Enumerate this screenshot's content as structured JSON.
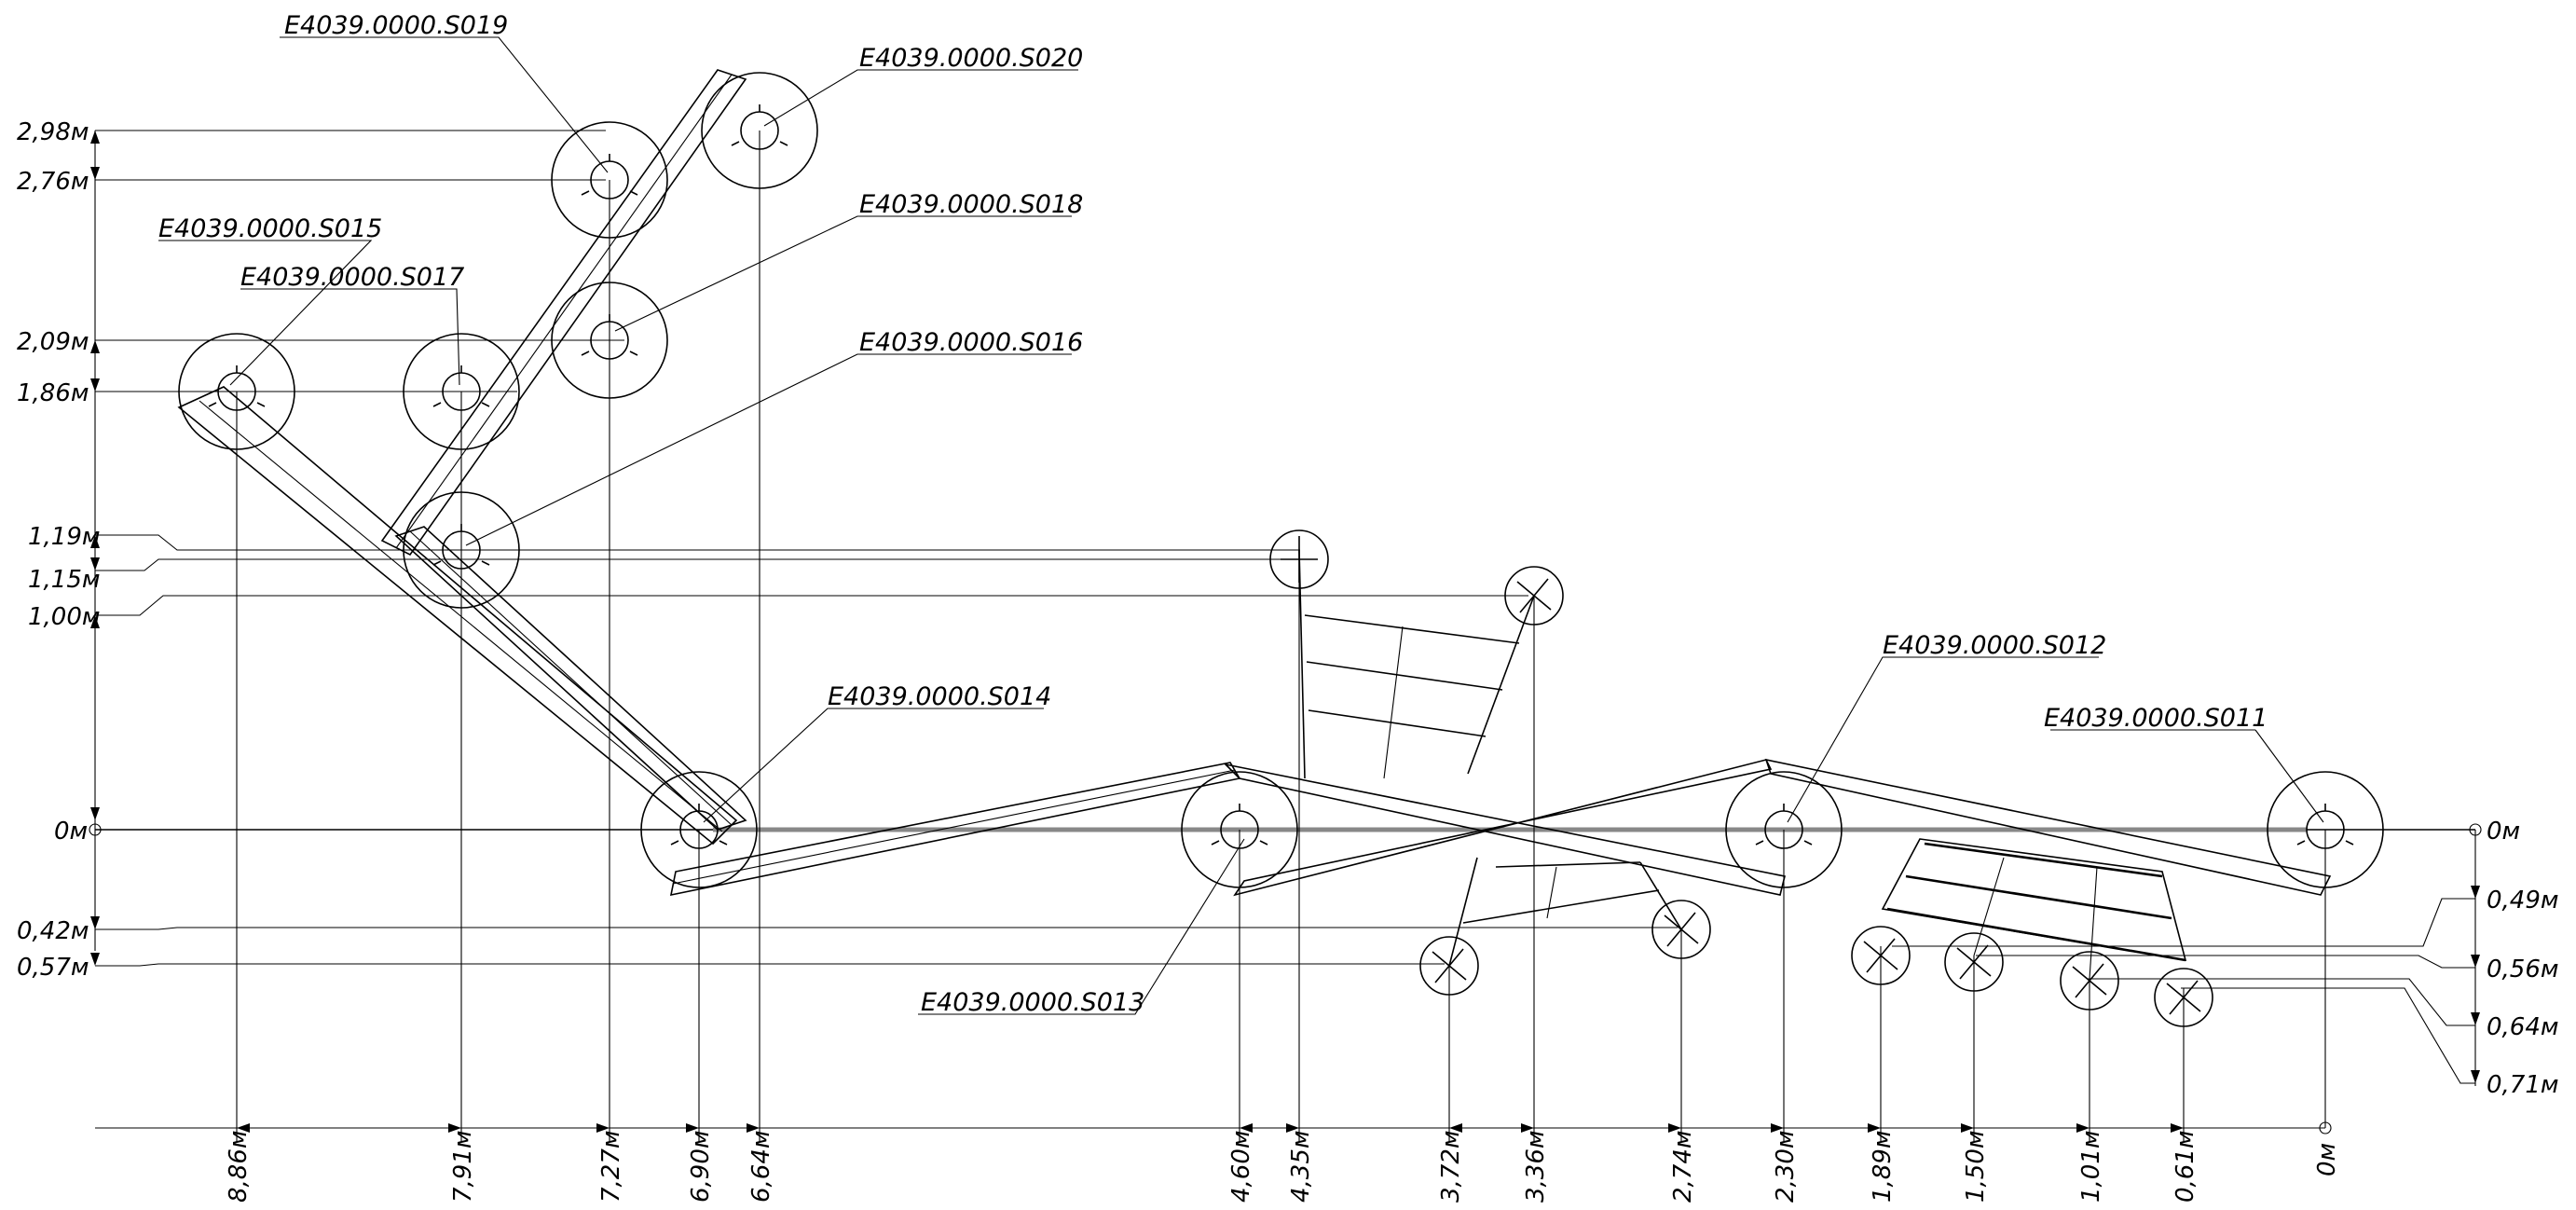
{
  "drawing": {
    "part_labels": [
      "E4039.0000.S019",
      "E4039.0000.S020",
      "E4039.0000.S018",
      "E4039.0000.S016",
      "E4039.0000.S015",
      "E4039.0000.S017",
      "E4039.0000.S014",
      "E4039.0000.S013",
      "E4039.0000.S012",
      "E4039.0000.S011"
    ],
    "left_heights": [
      "2,98м",
      "2,76м",
      "2,09м",
      "1,86м",
      "1,19м",
      "1,15м",
      "1,00м",
      "0м",
      "0,42м",
      "0,57м"
    ],
    "right_heights": [
      "0м",
      "0,49м",
      "0,56м",
      "0,64м",
      "0,71м"
    ],
    "distances": [
      "8,86м",
      "7,91м",
      "7,27м",
      "6,90м",
      "6,64м",
      "4,60м",
      "4,35м",
      "3,72м",
      "3,36м",
      "2,74м",
      "2,30м",
      "1,89м",
      "1,50м",
      "1,01м",
      "0,61м",
      "0м"
    ]
  }
}
